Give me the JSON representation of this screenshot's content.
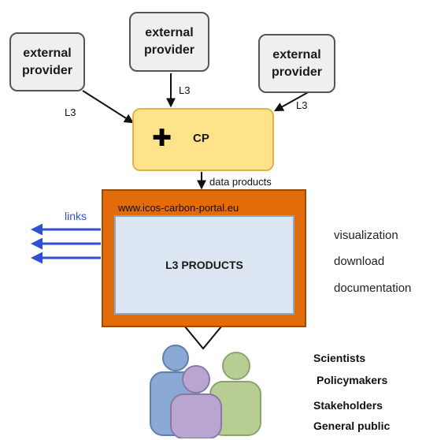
{
  "providers": [
    {
      "label_line1": "external",
      "label_line2": "provider"
    },
    {
      "label_line1": "external",
      "label_line2": "provider"
    },
    {
      "label_line1": "external",
      "label_line2": "provider"
    }
  ],
  "level_labels": [
    "L3",
    "L3",
    "L3"
  ],
  "cp": {
    "label": "CP",
    "plus": "✚"
  },
  "flow_label": "data products",
  "portal": {
    "url": "www.icos-carbon-portal.eu",
    "content_label": "L3 PRODUCTS"
  },
  "links_label": "links",
  "features": [
    "visualization",
    "download",
    "documentation"
  ],
  "audiences": [
    "Scientists",
    "Policymakers",
    "Stakeholders",
    "General public"
  ],
  "colors": {
    "provider_fill": "#efefef",
    "cp_fill": "#ffe38a",
    "portal_frame": "#e36c0a",
    "portal_inner": "#dce6f2",
    "links_arrows": "#2f4fd6",
    "person_blue": "#8aa9d4",
    "person_green": "#b7cd94",
    "person_purple": "#b8a6d1"
  }
}
